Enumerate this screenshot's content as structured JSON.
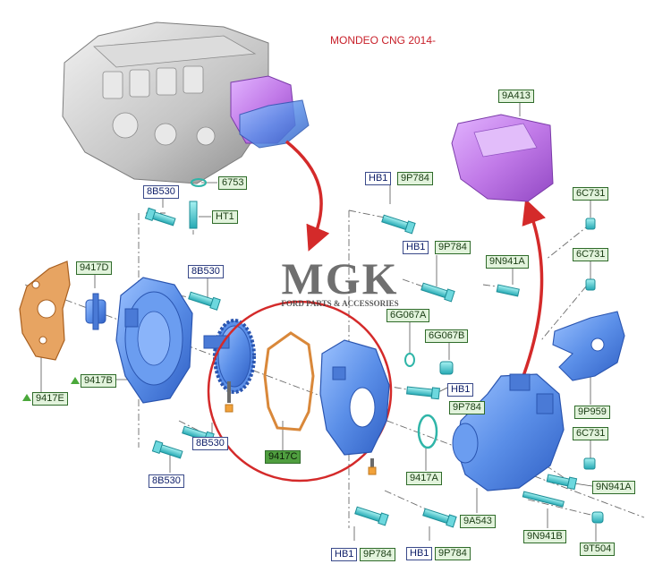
{
  "caption": "MONDEO CNG 2014-",
  "watermark": {
    "logo_text": "MGK",
    "tagline": "FORD PARTS & ACCESSORIES"
  },
  "colors": {
    "part_blue": "#5b8fe8",
    "part_purple": "#c17ae8",
    "gasket_orange": "#d9883a",
    "seal_teal": "#2fb5a8",
    "bolt_teal": "#3cc4c4",
    "highlight_red": "#d42a2a",
    "caption_red": "#c8202a",
    "label_border_blue": "#3a4a8a",
    "label_green": "#4f9e3f"
  },
  "labels": {
    "l_6753": "6753",
    "l_8b530_top": "8B530",
    "l_ht1": "HT1",
    "l_9417d": "9417D",
    "l_8b530_mid": "8B530",
    "l_9417b": "9417B",
    "l_9417e": "9417E",
    "l_8b530_low": "8B530",
    "l_8b530_bot": "8B530",
    "l_9417c": "9417C",
    "l_hb1_top": "HB1",
    "l_9p784_top": "9P784",
    "l_hb1_2": "HB1",
    "l_9p784_2": "9P784",
    "l_6g067a": "6G067A",
    "l_6g067b": "6G067B",
    "l_hb1_3": "HB1",
    "l_9p784_3": "9P784",
    "l_9417a": "9417A",
    "l_hb1_b1": "HB1",
    "l_9p784_b1": "9P784",
    "l_hb1_b2": "HB1",
    "l_9p784_b2": "9P784",
    "l_9a413": "9A413",
    "l_6c731_1": "6C731",
    "l_9n941a_1": "9N941A",
    "l_6c731_2": "6C731",
    "l_9p959": "9P959",
    "l_6c731_3": "6C731",
    "l_9n941a_2": "9N941A",
    "l_9a543": "9A543",
    "l_9n941b": "9N941B",
    "l_9t504": "9T504"
  }
}
